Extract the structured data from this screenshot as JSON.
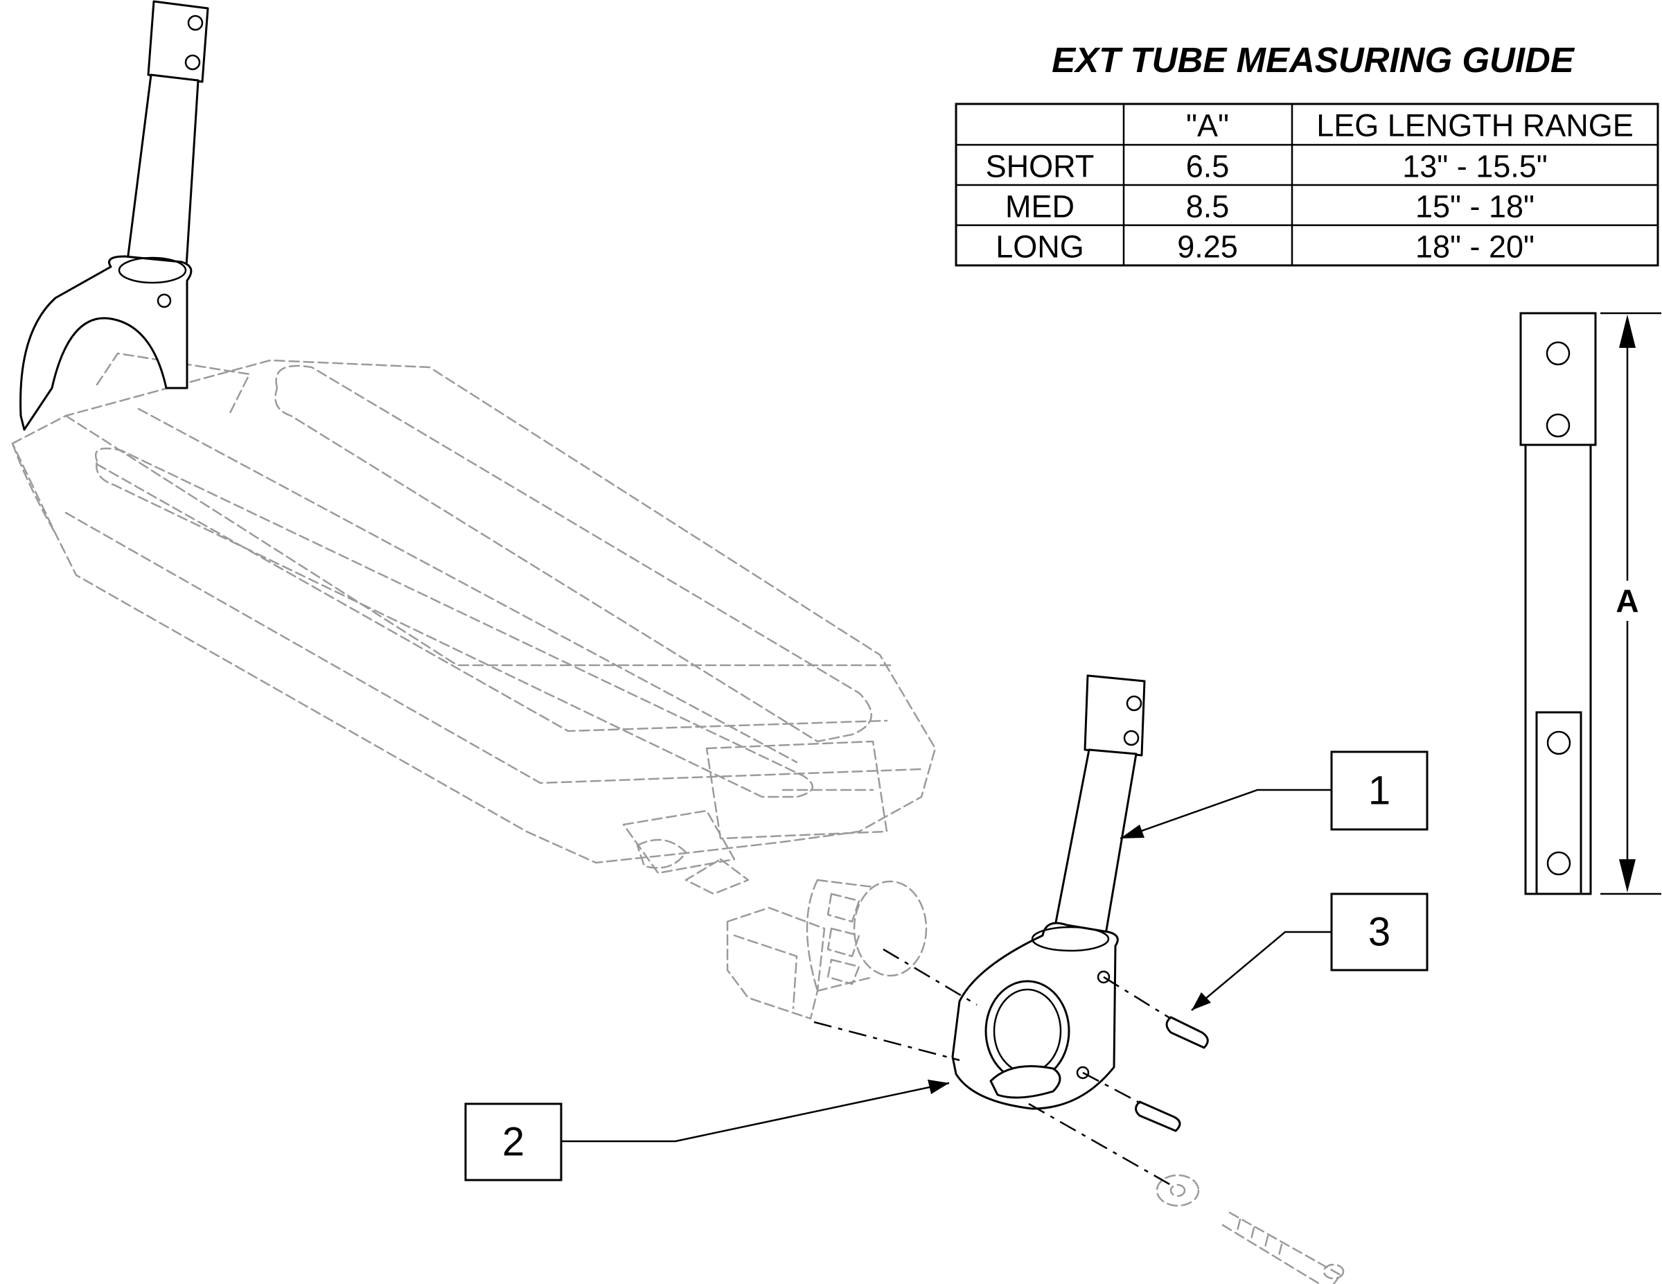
{
  "guide": {
    "title": "EXT TUBE MEASURING GUIDE",
    "headers": [
      "",
      "\"A\"",
      "LEG LENGTH RANGE"
    ],
    "rows": [
      [
        "SHORT",
        "6.5",
        "13\" - 15.5\""
      ],
      [
        "MED",
        "8.5",
        "15\" - 18\""
      ],
      [
        "LONG",
        "9.25",
        "18\" - 20\""
      ]
    ]
  },
  "dimension": {
    "label": "A"
  },
  "callouts": {
    "c1": "1",
    "c2": "2",
    "c3": "3"
  }
}
